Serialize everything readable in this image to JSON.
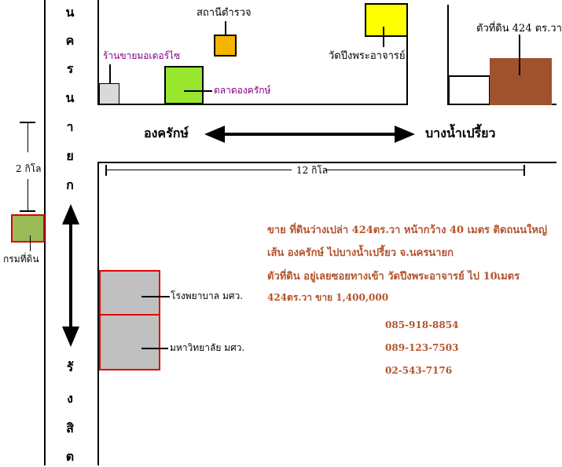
{
  "road_vertical": {
    "top_chars": [
      "น",
      "ค",
      "ร",
      "น",
      "า",
      "ย",
      "ก"
    ],
    "bottom_chars": [
      "รั",
      "ง",
      "สิ",
      "ต"
    ]
  },
  "places": {
    "motorcycle_shop": "ร้านขายมอเตอร์ไซ",
    "police_station": "สถานีตำรวจ",
    "market": "ตลาดองครักษ์",
    "temple": "วัดปึงพระอาจารย์",
    "plot_top": "ตัวที่ดิน 424 ตร.วา",
    "land_dept": "กรมที่ดิน",
    "hospital": "โรงพยาบาล มศว.",
    "university": "มหาวิทยาลัย มศว."
  },
  "direction": {
    "left": "องครักษ์",
    "right": "บางน้ำเปรี้ยว"
  },
  "distances": {
    "vertical": "2 กิโล",
    "horizontal": "12 กิโล"
  },
  "ad": {
    "line1": "ขาย ที่ดินว่างเปล่า 424ตร.วา หน้ากว้าง 40 เมตร ติดถนนใหญ่",
    "line2": "เส้น องครักษ์ ไปบางน้ำเปรี้ยว จ.นครนายก",
    "line3": "ตัวที่ดิน อยู่เลยซอยทางเข้า วัดปึงพระอาจารย์ ไป 10เมตร",
    "line4": "424ตร.วา ขาย 1,400,000"
  },
  "phones": [
    "085-918-8854",
    "089-123-7503",
    "02-543-7176"
  ],
  "colors": {
    "ad_text": "#b5532d",
    "police": "#f4b400",
    "temple": "#ffff00",
    "market": "#99e62e",
    "plot": "#a0522d",
    "land_dept": "#9bbb59",
    "campus": "#c0c0c0",
    "motorcycle_label": "#800080"
  }
}
